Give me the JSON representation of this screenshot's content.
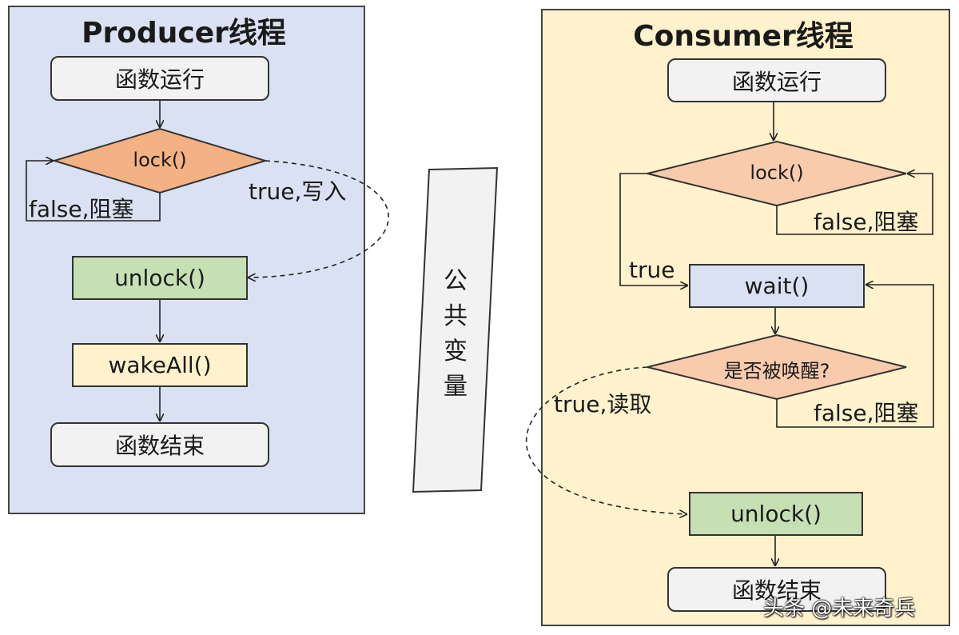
{
  "producer": {
    "title": "Producer线程",
    "start": "函数运行",
    "lock": "lock()",
    "false_label": "false,阻塞",
    "true_label": "true,写入",
    "unlock": "unlock()",
    "wake": "wakeAll()",
    "end": "函数结束"
  },
  "shared": {
    "text": "公\n共\n变\n量"
  },
  "consumer": {
    "title": "Consumer线程",
    "start": "函数运行",
    "lock": "lock()",
    "false_label_lock": "false,阻塞",
    "true_label": "true",
    "wait": "wait()",
    "wake_check": "是否被唤醒?",
    "false_label_wake": "false,阻塞",
    "true_read_label": "true,读取",
    "unlock": "unlock()",
    "end": "函数结束"
  },
  "watermark": "头条 @未来奇兵",
  "colors": {
    "producer_bg": "#d9e1f2",
    "consumer_bg": "#fff2cc",
    "diamond_orange": "#f4b183",
    "diamond_light_orange": "#f8cbad",
    "unlock_green": "#c6e0b4",
    "wait_blue": "#d9e1f2"
  }
}
